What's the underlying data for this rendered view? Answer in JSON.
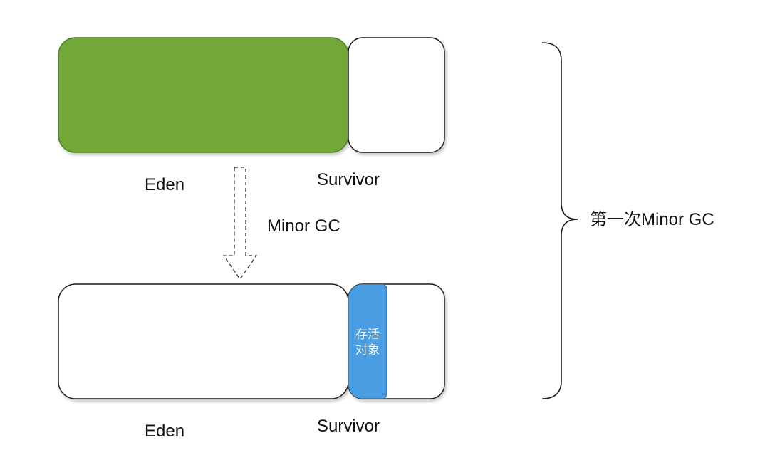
{
  "top_row": {
    "eden_label": "Eden",
    "survivor_label": "Survivor"
  },
  "arrow": {
    "label": "Minor GC"
  },
  "bottom_row": {
    "eden_label": "Eden",
    "survivor_label": "Survivor",
    "live_objects_line1": "存活",
    "live_objects_line2": "对象"
  },
  "brace": {
    "label": "第一次Minor GC"
  },
  "colors": {
    "eden_filled": "#72a839",
    "eden_filled_stroke": "#4f7f26",
    "live_objects": "#4a9de0",
    "live_objects_stroke": "#2e6fa8",
    "outline": "#1a1a1a"
  }
}
